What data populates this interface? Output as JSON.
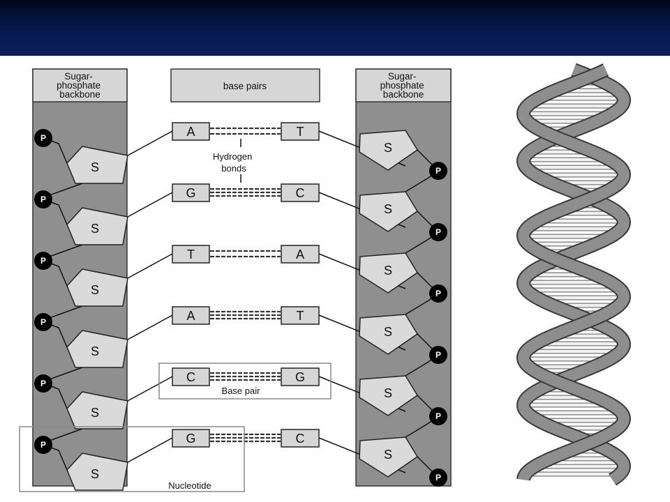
{
  "headers": {
    "left_backbone": [
      "Sugar-",
      "phosphate",
      "backbone"
    ],
    "base_pairs": "base pairs",
    "right_backbone": [
      "Sugar-",
      "phosphate",
      "backbone"
    ]
  },
  "labels": {
    "hydrogen_bonds": [
      "Hydrogen",
      "bonds"
    ],
    "base_pair": "Base pair",
    "nucleotide": "Nucleotide"
  },
  "sugar_label": "S",
  "phosphate_label": "P",
  "pairs": [
    {
      "left": "A",
      "right": "T"
    },
    {
      "left": "G",
      "right": "C"
    },
    {
      "left": "T",
      "right": "A"
    },
    {
      "left": "A",
      "right": "T"
    },
    {
      "left": "C",
      "right": "G"
    },
    {
      "left": "G",
      "right": "C"
    }
  ],
  "colors": {
    "title_bar": "#06184a",
    "backbone_fill": "#8f8f8f",
    "sugar_fill": "#dadada",
    "phosphate_fill": "#000000",
    "helix_ribbon": "#8e8e8e",
    "helix_rungs": "#f1f1f1"
  }
}
